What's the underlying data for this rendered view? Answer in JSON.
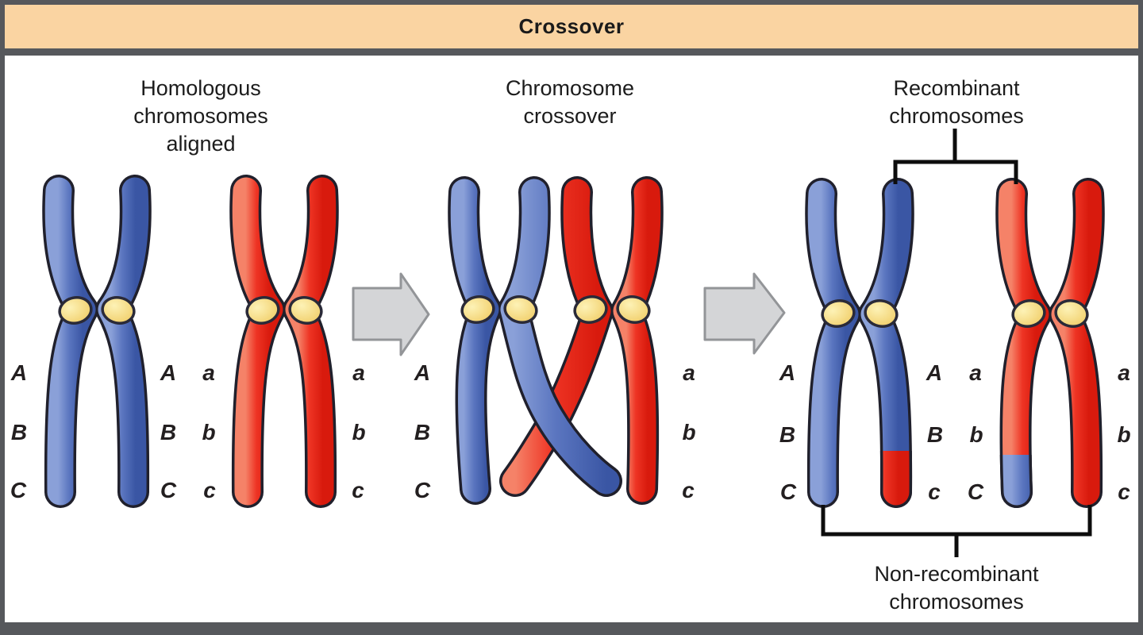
{
  "header": {
    "title": "Crossover"
  },
  "panels": [
    {
      "title": "Homologous\nchromosomes\naligned"
    },
    {
      "title": "Chromosome\ncrossover"
    },
    {
      "title": "Recombinant\nchromosomes"
    }
  ],
  "annotations": {
    "recombinant_label": "Recombinant\nchromosomes",
    "non_recombinant_label": "Non-recombinant\nchromosomes"
  },
  "genes": {
    "p1_blue_left": [
      "A",
      "B",
      "C"
    ],
    "p1_blue_right": [
      "A",
      "B",
      "C"
    ],
    "p1_red_left": [
      "a",
      "b",
      "c"
    ],
    "p1_red_right": [
      "a",
      "b",
      "c"
    ],
    "p2_left": [
      "A",
      "B",
      "C"
    ],
    "p2_right": [
      "a",
      "b",
      "c"
    ],
    "p3_blue_left": [
      "A",
      "B",
      "C"
    ],
    "p3_blue_right": [
      "A",
      "B",
      "c"
    ],
    "p3_red_left": [
      "a",
      "b",
      "C"
    ],
    "p3_red_right": [
      "a",
      "b",
      "c"
    ]
  },
  "icons": {
    "arrow_right_1": "block-arrow-right",
    "arrow_right_2": "block-arrow-right"
  },
  "colors": {
    "header_bg": "#fad4a2",
    "frame": "#56585c",
    "chromosome_blue": "#5b76c0",
    "chromosome_red": "#ee3424",
    "centromere_yellow": "#f1cd66",
    "arrow_gray": "#d4d5d7",
    "outline": "#20202c",
    "text": "#1c1c1c"
  }
}
